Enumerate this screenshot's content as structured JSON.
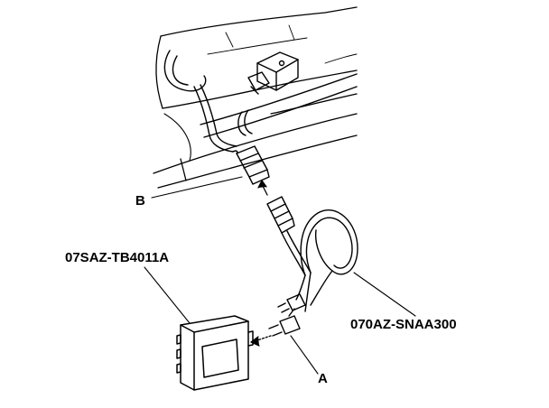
{
  "labels": {
    "b": "B",
    "tool": "07SAZ-TB4011A",
    "cable": "070AZ-SNAA300",
    "a": "A"
  },
  "colors": {
    "ink": "#000000",
    "paper": "#ffffff"
  }
}
